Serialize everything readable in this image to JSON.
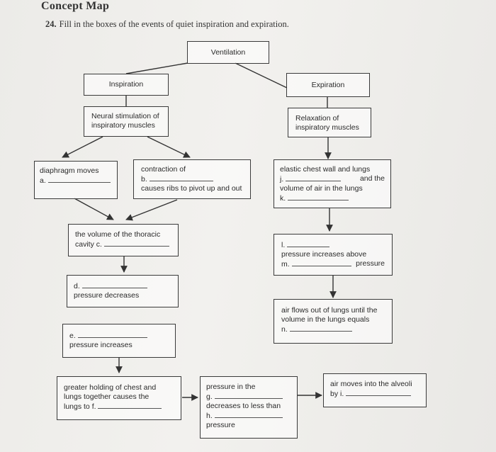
{
  "header": {
    "title": "Concept Map",
    "question_number": "24.",
    "question_text": "Fill in the boxes of the events of quiet inspiration and expiration."
  },
  "map": {
    "ventilation": "Ventilation",
    "inspiration": "Inspiration",
    "expiration": "Expiration",
    "neural_line1": "Neural stimulation of",
    "neural_line2": "inspiratory muscles",
    "relax_line1": "Relaxation of",
    "relax_line2": "inspiratory muscles",
    "diaphragm_line1": "diaphragm moves",
    "blank_a": "a.",
    "contraction_line1": "contraction of",
    "blank_b": "b.",
    "contraction_line3": "causes ribs to pivot up and out",
    "elastic_line1": "elastic chest wall and lungs",
    "blank_j": "j.",
    "elastic_and_the": "and the",
    "elastic_line3": "volume of air in the lungs",
    "blank_k": "k.",
    "thoracic_line1": "the volume of the thoracic",
    "thoracic_line2": "cavity c.",
    "blank_l": "l.",
    "pressure_above": "pressure increases above",
    "blank_m": "m.",
    "pressure_word": "pressure",
    "blank_d": "d.",
    "d_line2": "pressure decreases",
    "airflow_line1": "air flows out of lungs until the",
    "airflow_line2": "volume in the lungs equals",
    "blank_n": "n.",
    "blank_e": "e.",
    "e_line2": "pressure increases",
    "greater_line1": "greater holding of chest and",
    "greater_line2": "lungs together causes the",
    "greater_line3": "lungs to f.",
    "pressure_in_line1": "pressure in the",
    "blank_g": "g.",
    "pressure_in_line3": "decreases to less than",
    "blank_h": "h.",
    "pressure_in_line5": "pressure",
    "alveoli_line1": "air moves into the alveoli",
    "alveoli_line2": "by i."
  }
}
